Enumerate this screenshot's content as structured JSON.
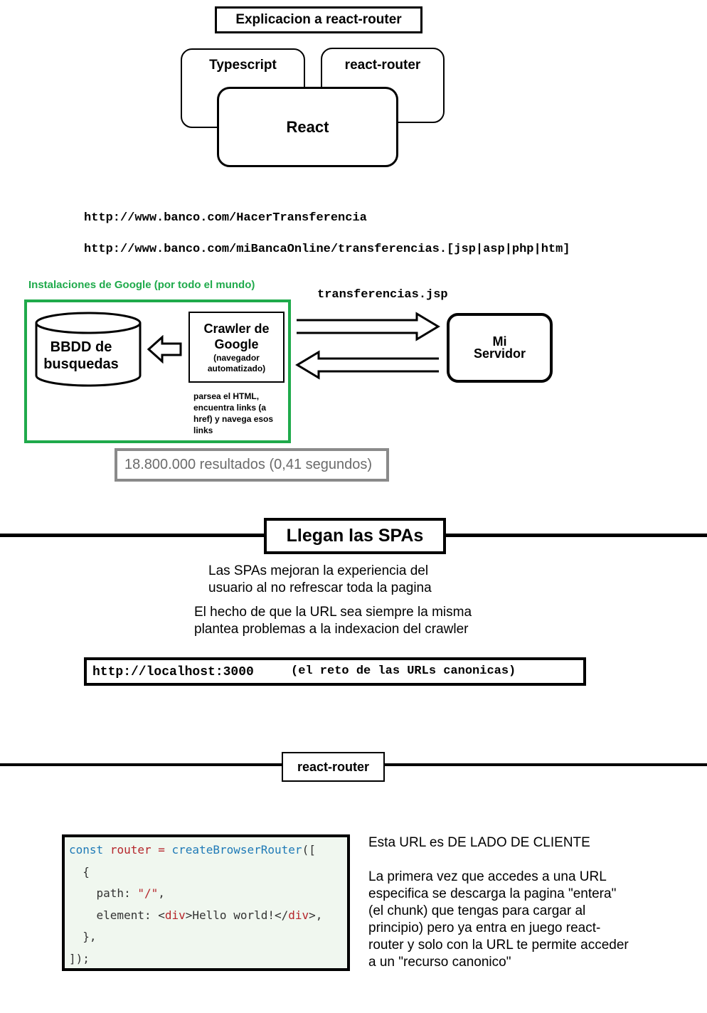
{
  "title": "Explicacion a react-router",
  "stack": {
    "left": "Typescript",
    "right": "react-router",
    "center": "React"
  },
  "urls": {
    "url1": "http://www.banco.com/HacerTransferencia",
    "url2": "http://www.banco.com/miBancaOnline/transferencias.[jsp|asp|php|htm]"
  },
  "google": {
    "label": "Instalaciones de Google (por todo el mundo)",
    "db_line1": "BBDD de",
    "db_line2": "busquedas",
    "crawler_line1": "Crawler de",
    "crawler_line2": "Google",
    "crawler_sub1": "(navegador",
    "crawler_sub2": "automatizado)",
    "note_line1": "parsea el HTML,",
    "note_line2": "encuentra links (a",
    "note_line3": "href) y navega esos",
    "note_line4": "links",
    "results": "18.800.000 resultados (0,41 segundos)",
    "border_color": "#1faa4b"
  },
  "server": {
    "file": "transferencias.jsp",
    "line1": "Mi",
    "line2": "Servidor"
  },
  "spa": {
    "heading": "Llegan las SPAs",
    "p1_line1": "Las SPAs mejoran la experiencia del",
    "p1_line2": "usuario al no refrescar toda la pagina",
    "p2_line1": "El hecho de que la URL sea siempre la misma",
    "p2_line2": "plantea problemas a la indexacion del crawler",
    "localhost": "http://localhost:3000",
    "localhost_note": "(el reto de las URLs canonicas)"
  },
  "router": {
    "heading": "react-router",
    "code": {
      "l1_kw": "const",
      "l1_var": "router",
      "l1_eq": "=",
      "l1_fn": "createBrowserRouter",
      "l1_end": "([",
      "l2": "  {",
      "l3_key": "    path: ",
      "l3_str": "\"/\"",
      "l3_end": ",",
      "l4_key": "    element: <",
      "l4_tag1": "div",
      "l4_mid": ">Hello world!</",
      "l4_tag2": "div",
      "l4_end": ">,",
      "l5": "  },",
      "l6": "]);"
    },
    "code_bg": "#f0f7ef",
    "desc_title": "Esta URL es DE LADO DE CLIENTE",
    "desc_line1": "La primera vez que accedes a una URL",
    "desc_line2": "especifica se descarga la pagina \"entera\"",
    "desc_line3": "(el chunk) que tengas para cargar al",
    "desc_line4": "principio) pero ya entra en juego react-",
    "desc_line5": "router y solo con la URL te permite acceder",
    "desc_line6": "a un \"recurso canonico\""
  }
}
